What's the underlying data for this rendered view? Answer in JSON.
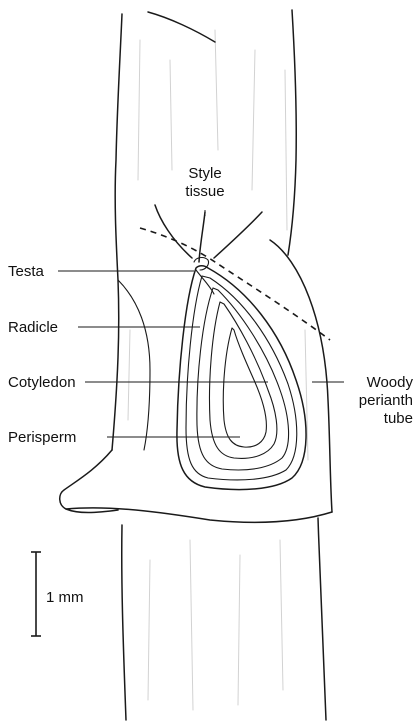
{
  "labels": {
    "style_tissue_line1": "Style",
    "style_tissue_line2": "tissue",
    "testa": "Testa",
    "radicle": "Radicle",
    "cotyledon": "Cotyledon",
    "perisperm": "Perisperm",
    "woody_line1": "Woody",
    "woody_line2": "perianth",
    "woody_line3": "tube"
  },
  "scale_bar": {
    "label": "1 mm"
  }
}
